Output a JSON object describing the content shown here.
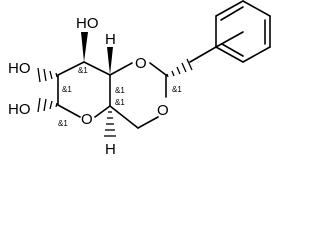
{
  "diagram": {
    "atoms": {
      "oh_top": "HO",
      "oh_left": "HO",
      "oh_bottom": "HO",
      "ring_o_right": "O",
      "ring_o_top": "O",
      "ring_o_bottom": "O",
      "h_top": "H",
      "h_bottom": "H"
    },
    "stereo": {
      "c_top": "&1",
      "c_left": "&1",
      "c_anomeric": "&1",
      "c_junction_top": "&1",
      "c_junction_bottom": "&1",
      "c_acetal": "&1"
    }
  }
}
